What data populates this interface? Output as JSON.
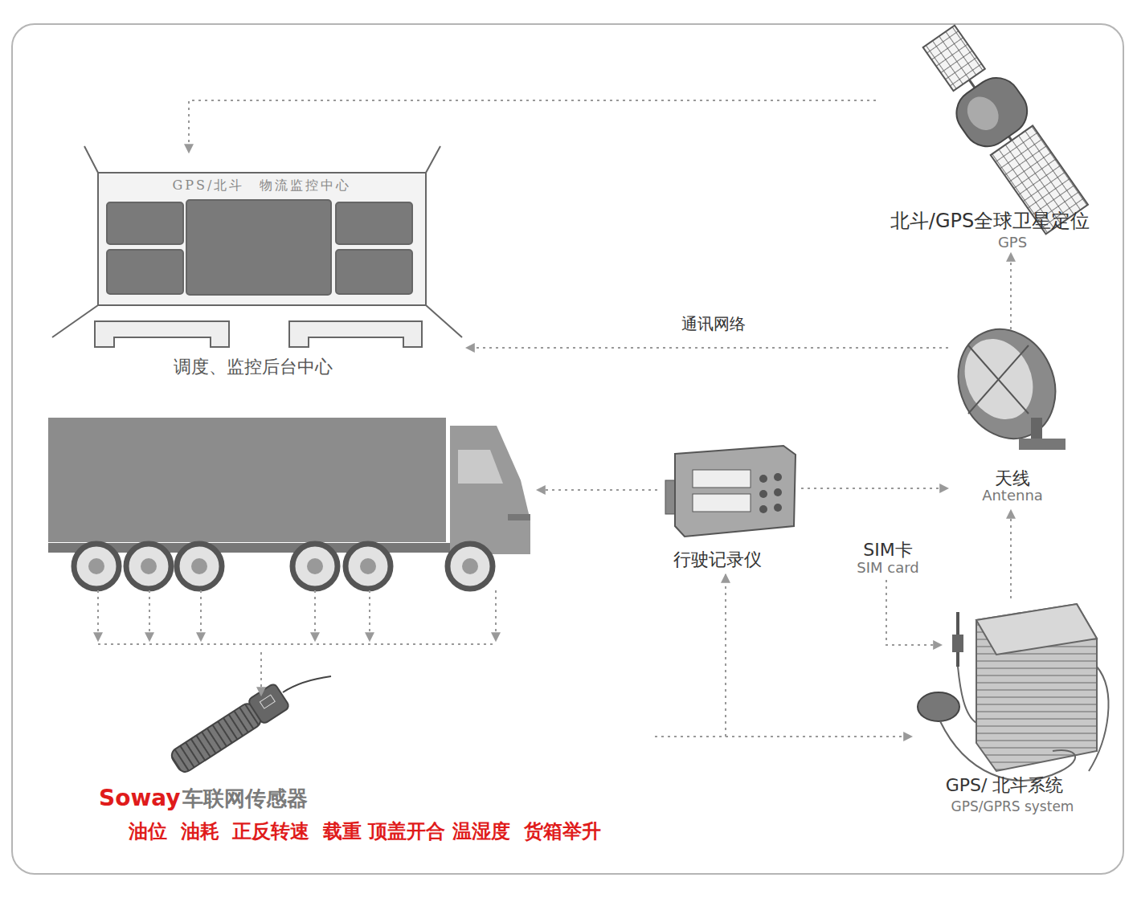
{
  "diagram": {
    "nodes": [
      {
        "text": [
          "GPS/北斗　物流监控中心",
          "调度、监控后台中心"
        ]
      },
      {
        "text": [
          "北斗/GPS全球卫星定位",
          "GPS"
        ]
      },
      {
        "text": [
          "天线",
          "Antenna"
        ]
      },
      {
        "text": [
          "行驶记录仪"
        ]
      },
      {
        "text": [
          "GPS/ 北斗系统",
          "GPS/GPRS system"
        ]
      },
      {
        "text": [
          "Soway",
          "车联网传感器",
          "油位  油耗  正反转速  载重 顶盖开合 温湿度  货箱举升"
        ]
      }
    ],
    "edges": [
      {
        "from": 1,
        "to": 0,
        "arrow": "to"
      },
      {
        "from": 2,
        "to": 0,
        "label": "通讯网络",
        "arrow": "to"
      },
      {
        "from": 2,
        "to": 1,
        "arrow": "to"
      },
      {
        "from": 3,
        "to": 2,
        "arrow": "to"
      },
      {
        "from": 4,
        "to": 2,
        "arrow": "to"
      },
      {
        "from": 5,
        "to": 4,
        "arrow": "to"
      },
      {
        "from": 5,
        "to": 3,
        "arrow": "to"
      }
    ],
    "labels": [
      "SIM卡",
      "SIM card"
    ]
  }
}
